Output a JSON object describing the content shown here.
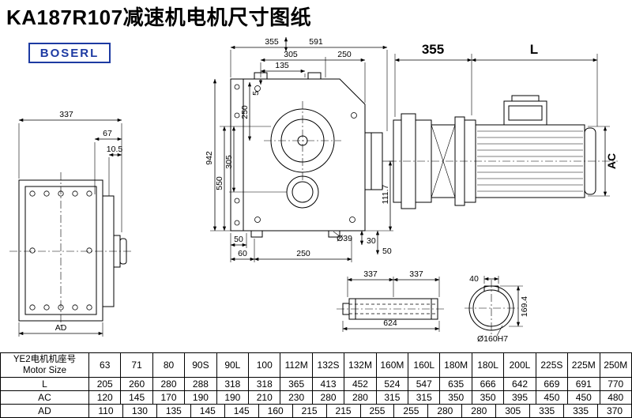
{
  "title": "KA187R107减速机电机尺寸图纸",
  "logo": {
    "text": "BOSERL"
  },
  "colors": {
    "accent_blue": "#1d3aa2",
    "line": "#000000",
    "background": "#ffffff"
  },
  "drawing": {
    "left_view": {
      "w337": "337",
      "d67": "67",
      "d105": "10.5",
      "ad": "AD"
    },
    "main_view": {
      "t355": "355",
      "t591": "591",
      "t305": "305",
      "t250": "250",
      "t135": "135",
      "v942": "942",
      "v550": "550",
      "v305": "305",
      "v250": "250",
      "v5": "5",
      "r1117": "111.7",
      "b50a": "50",
      "b60": "60",
      "b250": "250",
      "dia39": "Ø39",
      "b30": "30",
      "b50b": "50"
    },
    "motor_view": {
      "d355": "355",
      "dL": "L",
      "dAC": "AC"
    },
    "shaft_view": {
      "d337a": "337",
      "d337b": "337",
      "d624": "624"
    },
    "bore_view": {
      "d40": "40",
      "d1694": "169.4",
      "label": "Ø160H7"
    }
  },
  "table": {
    "header_label_line1": "YE2电机机座号",
    "header_label_line2": "Motor Size",
    "columns": [
      "63",
      "71",
      "80",
      "90S",
      "90L",
      "100",
      "112M",
      "132S",
      "132M",
      "160M",
      "160L",
      "180M",
      "180L",
      "200L",
      "225S",
      "225M",
      "250M"
    ],
    "rows": [
      {
        "label": "L",
        "values": [
          "205",
          "260",
          "280",
          "288",
          "318",
          "318",
          "365",
          "413",
          "452",
          "524",
          "547",
          "635",
          "666",
          "642",
          "669",
          "691",
          "770"
        ]
      },
      {
        "label": "AC",
        "values": [
          "120",
          "145",
          "170",
          "190",
          "190",
          "210",
          "230",
          "280",
          "280",
          "315",
          "315",
          "350",
          "350",
          "395",
          "450",
          "450",
          "480"
        ]
      },
      {
        "label": "AD",
        "values": [
          "110",
          "130",
          "135",
          "145",
          "145",
          "160",
          "215",
          "215",
          "255",
          "255",
          "280",
          "280",
          "305",
          "335",
          "335",
          "370"
        ]
      }
    ]
  }
}
